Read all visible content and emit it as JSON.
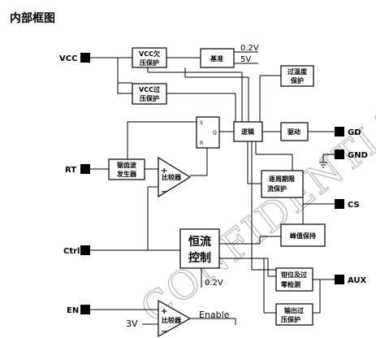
{
  "title": "内部框图",
  "watermark": "CONFIDENTIAL",
  "pins": {
    "vcc": "VCC",
    "rt": "RT",
    "ctrl": "Ctrl",
    "en": "EN",
    "gd": "GD",
    "gnd": "GND",
    "cs": "CS",
    "aux": "AUX"
  },
  "blocks": {
    "vcc_ovp_1": "VCC欠",
    "vcc_ovp_2": "压保护",
    "reference": "基准",
    "vcc_ovp2_1": "VCC过",
    "vcc_ovp2_2": "压保护",
    "over_temp_1": "过温度",
    "over_temp_2": "保护",
    "sr_s": "S",
    "sr_r": "R",
    "sr_q": "Q",
    "logic": "逻辑",
    "driver": "驱动",
    "cycle_limit_1": "逐周期限",
    "cycle_limit_2": "流保护",
    "sawtooth_1": "锯齿波",
    "sawtooth_2": "发生器",
    "comp1": "比较器",
    "comp2": "比较器",
    "peak_hold": "峰值保持",
    "cc_1": "恒流",
    "cc_2": "控制",
    "clamp_1": "钳位及过",
    "clamp_2": "零检测",
    "out_ovp_1": "输出过",
    "out_ovp_2": "压保护"
  },
  "labels": {
    "v02_top": "0.2V",
    "v5": "5V",
    "v02_mid": "0.2V",
    "v3": "3V",
    "enable": "Enable",
    "plus": "+",
    "minus": "−"
  }
}
